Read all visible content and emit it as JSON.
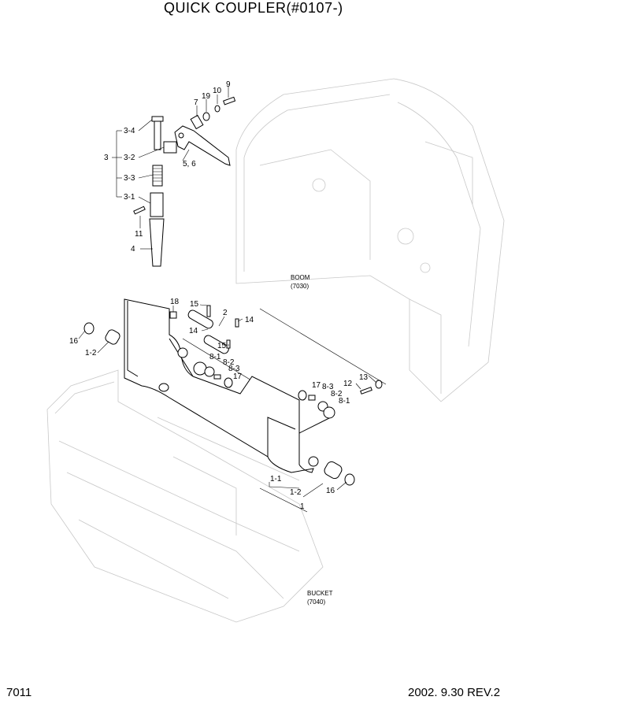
{
  "title": "QUICK COUPLER(#0107-)",
  "footer": {
    "page": "7011",
    "date_rev": "2002. 9.30  REV.2"
  },
  "references": {
    "boom": {
      "name": "BOOM",
      "code": "(7030)"
    },
    "bucket": {
      "name": "BUCKET",
      "code": "(7040)"
    }
  },
  "callouts": {
    "c9": "9",
    "c10": "10",
    "c19": "19",
    "c7": "7",
    "c56": "5, 6",
    "c3": "3",
    "c34": "3-4",
    "c32": "3-2",
    "c33": "3-3",
    "c31": "3-1",
    "c11": "11",
    "c4": "4",
    "c18": "18",
    "c15a": "15",
    "c2": "2",
    "c14a": "14",
    "c14b": "14",
    "c15b": "15",
    "c16a": "16",
    "c12a": "1-2",
    "c81a": "8-1",
    "c82a": "8-2",
    "c83a": "8-3",
    "c17a": "17",
    "c13": "13",
    "c12": "12",
    "c17b": "17",
    "c83b": "8-3",
    "c82b": "8-2",
    "c81b": "8-1",
    "c11b": "1-1",
    "c12b": "1-2",
    "c1": "1",
    "c16b": "16"
  }
}
